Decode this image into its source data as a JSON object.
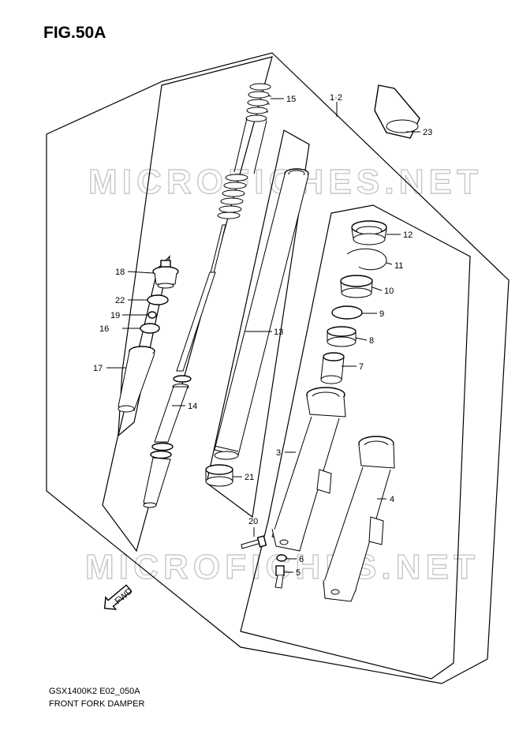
{
  "figure_title": "FIG.50A",
  "watermark": "MICROFICHES.NET",
  "callouts": {
    "p1_2": "1·2",
    "p3": "3",
    "p4": "4",
    "p5": "5",
    "p6": "6",
    "p7": "7",
    "p8": "8",
    "p9": "9",
    "p10": "10",
    "p11": "11",
    "p12": "12",
    "p13": "13",
    "p14": "14",
    "p15": "15",
    "p16": "16",
    "p17": "17",
    "p18": "18",
    "p19": "19",
    "p20": "20",
    "p21": "21",
    "p22": "22",
    "p23": "23",
    "fwd": "FWD"
  },
  "caption": {
    "model_code": "GSX1400K2 E02_050A",
    "section_name": "FRONT FORK DAMPER"
  }
}
